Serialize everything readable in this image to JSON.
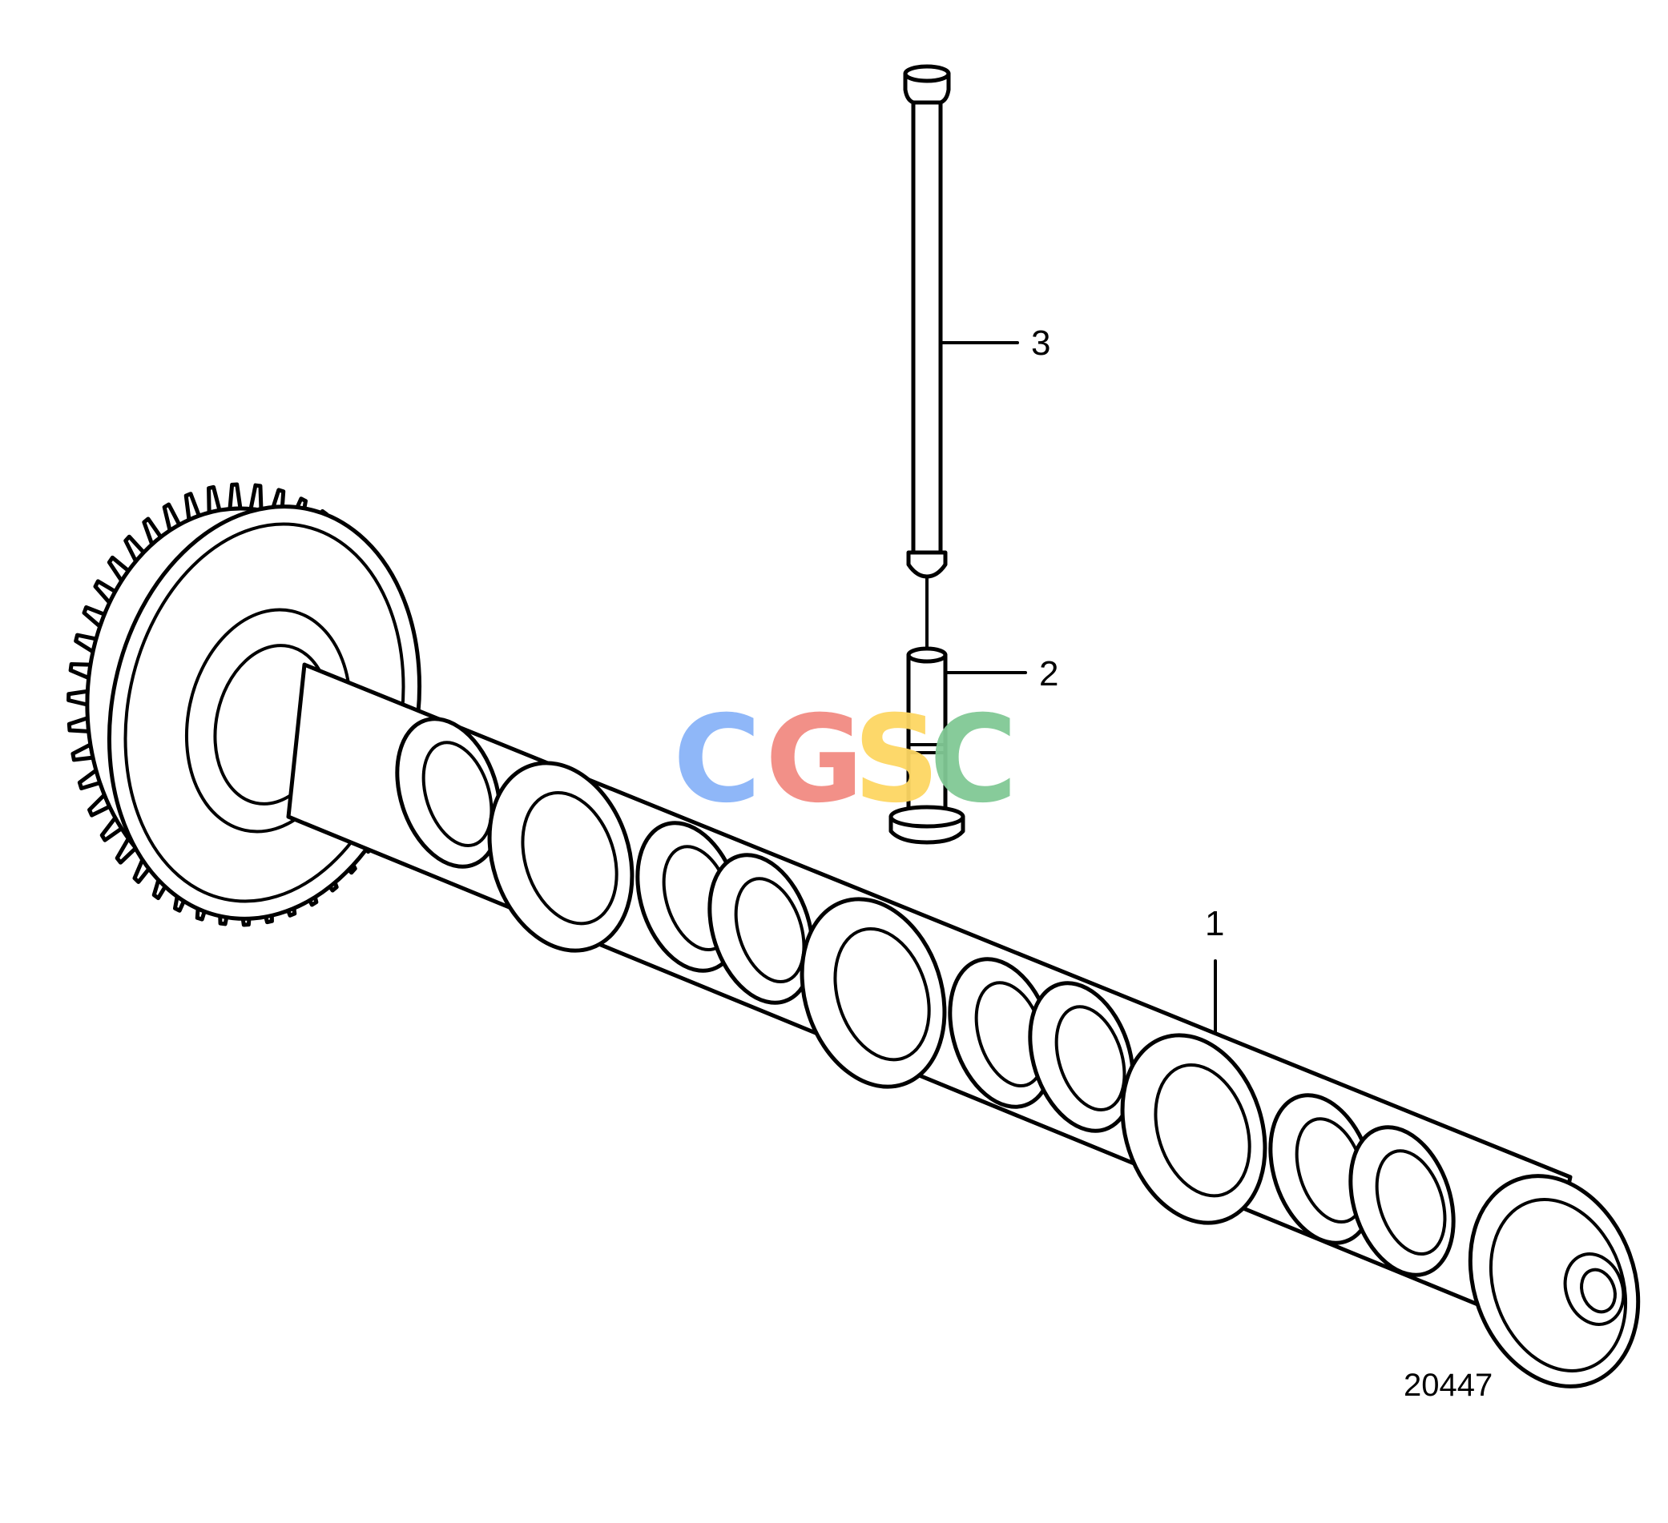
{
  "callouts": [
    {
      "id": "1",
      "label": "1"
    },
    {
      "id": "2",
      "label": "2"
    },
    {
      "id": "3",
      "label": "3"
    }
  ],
  "figure_number": "20447",
  "watermark": {
    "letters": [
      "C",
      "G",
      "S",
      "C"
    ],
    "colors": [
      "#8ab4f8",
      "#f28b82",
      "#fdd663",
      "#81c995"
    ]
  },
  "parts": [
    {
      "id": "1",
      "name": "camshaft",
      "icon": "camshaft-with-gear"
    },
    {
      "id": "2",
      "name": "valve tappet",
      "icon": "tappet"
    },
    {
      "id": "3",
      "name": "push rod",
      "icon": "push-rod"
    }
  ]
}
